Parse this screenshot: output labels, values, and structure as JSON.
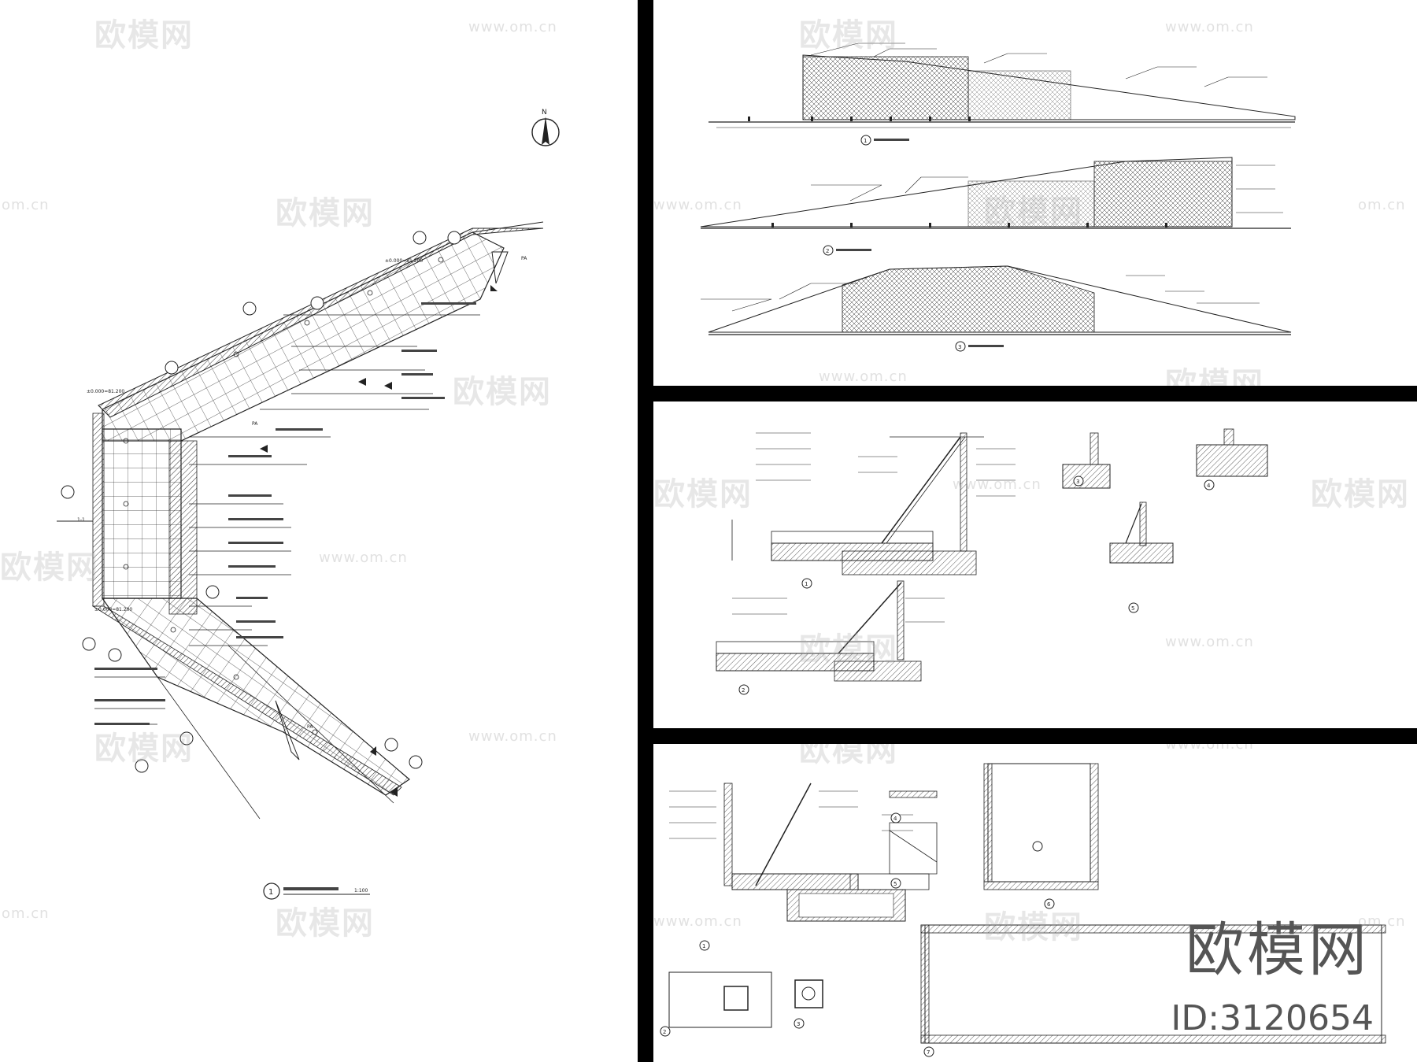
{
  "watermark": {
    "logo_text": "欧模网",
    "url_text": "www.om.cn",
    "edge_text": "om.cn",
    "edge_logo": "欧模网"
  },
  "brand": {
    "name": "欧模网",
    "id": "ID:3120654"
  },
  "plan_sheet": {
    "drawing_number": "1",
    "scale": "1:100",
    "north_label": "N",
    "elevation_labels": [
      "±0.000=81.200",
      "±0.000=81.200",
      "±0.000=81.200"
    ],
    "section_labels": [
      "1-1",
      "PA",
      "PA",
      "PA"
    ]
  },
  "elevation_sheet": {
    "drawing_numbers": [
      "1",
      "2",
      "3"
    ]
  },
  "section_sheet": {
    "drawing_numbers": [
      "1",
      "2",
      "3",
      "4",
      "5"
    ]
  },
  "detail_sheet": {
    "drawing_numbers": [
      "1",
      "2",
      "3",
      "4",
      "5",
      "6",
      "7"
    ]
  },
  "colors": {
    "line": "#222222",
    "hatch": "#555555",
    "watermark": "#aaaaaa",
    "panel": "#ffffff",
    "border": "#000000"
  }
}
